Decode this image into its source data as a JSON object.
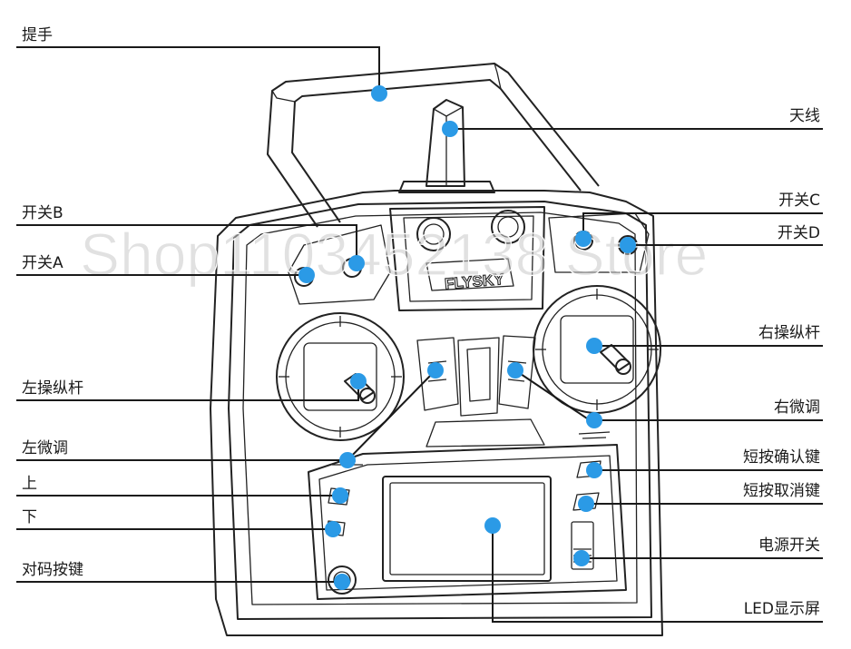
{
  "diagram": {
    "dot_color": "#2b9ae6",
    "labels": {
      "handle": "提手",
      "antenna": "天线",
      "switch_b": "开关B",
      "switch_a": "开关A",
      "switch_c": "开关C",
      "switch_d": "开关D",
      "right_stick": "右操纵杆",
      "left_stick": "左操纵杆",
      "right_trim": "右微调",
      "left_trim": "左微调",
      "short_press_confirm": "短按确认键",
      "up": "上",
      "short_press_cancel": "短按取消键",
      "down": "下",
      "power_switch": "电源开关",
      "bind_button": "对码按键",
      "led_display": "LED显示屏"
    },
    "brand_logo": "FLYSKY",
    "watermark": "Shop1103452138 Store"
  }
}
